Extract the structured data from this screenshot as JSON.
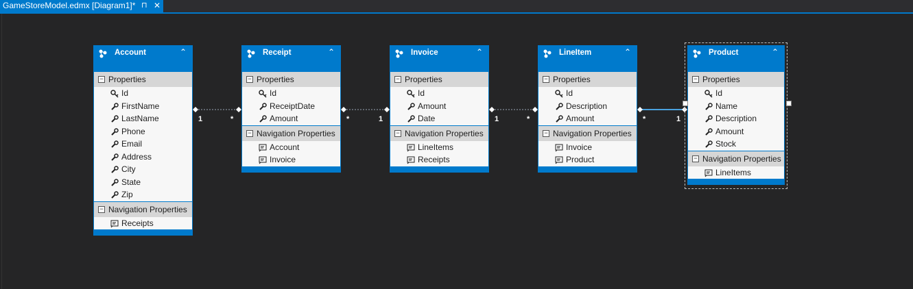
{
  "tab": {
    "title": "GameStoreModel.edmx [Diagram1]*",
    "pin_glyph": "⊓",
    "close_glyph": "✕"
  },
  "entities": [
    {
      "name": "Account",
      "properties": [
        "Id",
        "FirstName",
        "LastName",
        "Phone",
        "Email",
        "Address",
        "City",
        "State",
        "Zip"
      ],
      "navigation": [
        "Receipts"
      ]
    },
    {
      "name": "Receipt",
      "properties": [
        "Id",
        "ReceiptDate",
        "Amount"
      ],
      "navigation": [
        "Account",
        "Invoice"
      ]
    },
    {
      "name": "Invoice",
      "properties": [
        "Id",
        "Amount",
        "Date"
      ],
      "navigation": [
        "LineItems",
        "Receipts"
      ]
    },
    {
      "name": "LineItem",
      "properties": [
        "Id",
        "Description",
        "Amount"
      ],
      "navigation": [
        "Invoice",
        "Product"
      ]
    },
    {
      "name": "Product",
      "properties": [
        "Id",
        "Name",
        "Description",
        "Amount",
        "Stock"
      ],
      "navigation": [
        "LineItems"
      ]
    }
  ],
  "labels": {
    "properties": "Properties",
    "navigation": "Navigation Properties",
    "collapse": "⌃"
  },
  "associations": [
    {
      "from": "Account",
      "to": "Receipt",
      "from_mult": "1",
      "to_mult": "*"
    },
    {
      "from": "Receipt",
      "to": "Invoice",
      "from_mult": "*",
      "to_mult": "1"
    },
    {
      "from": "Invoice",
      "to": "LineItem",
      "from_mult": "1",
      "to_mult": "*"
    },
    {
      "from": "LineItem",
      "to": "Product",
      "from_mult": "*",
      "to_mult": "1"
    }
  ],
  "colors": {
    "accent": "#007acc",
    "background": "#252526",
    "entity_body": "#f0f0f0",
    "section_header": "#d6d6d6"
  },
  "icons": {
    "entity": "entity-type-icon",
    "key": "key-icon",
    "property": "wrench-icon",
    "navigation": "navigation-property-icon"
  }
}
